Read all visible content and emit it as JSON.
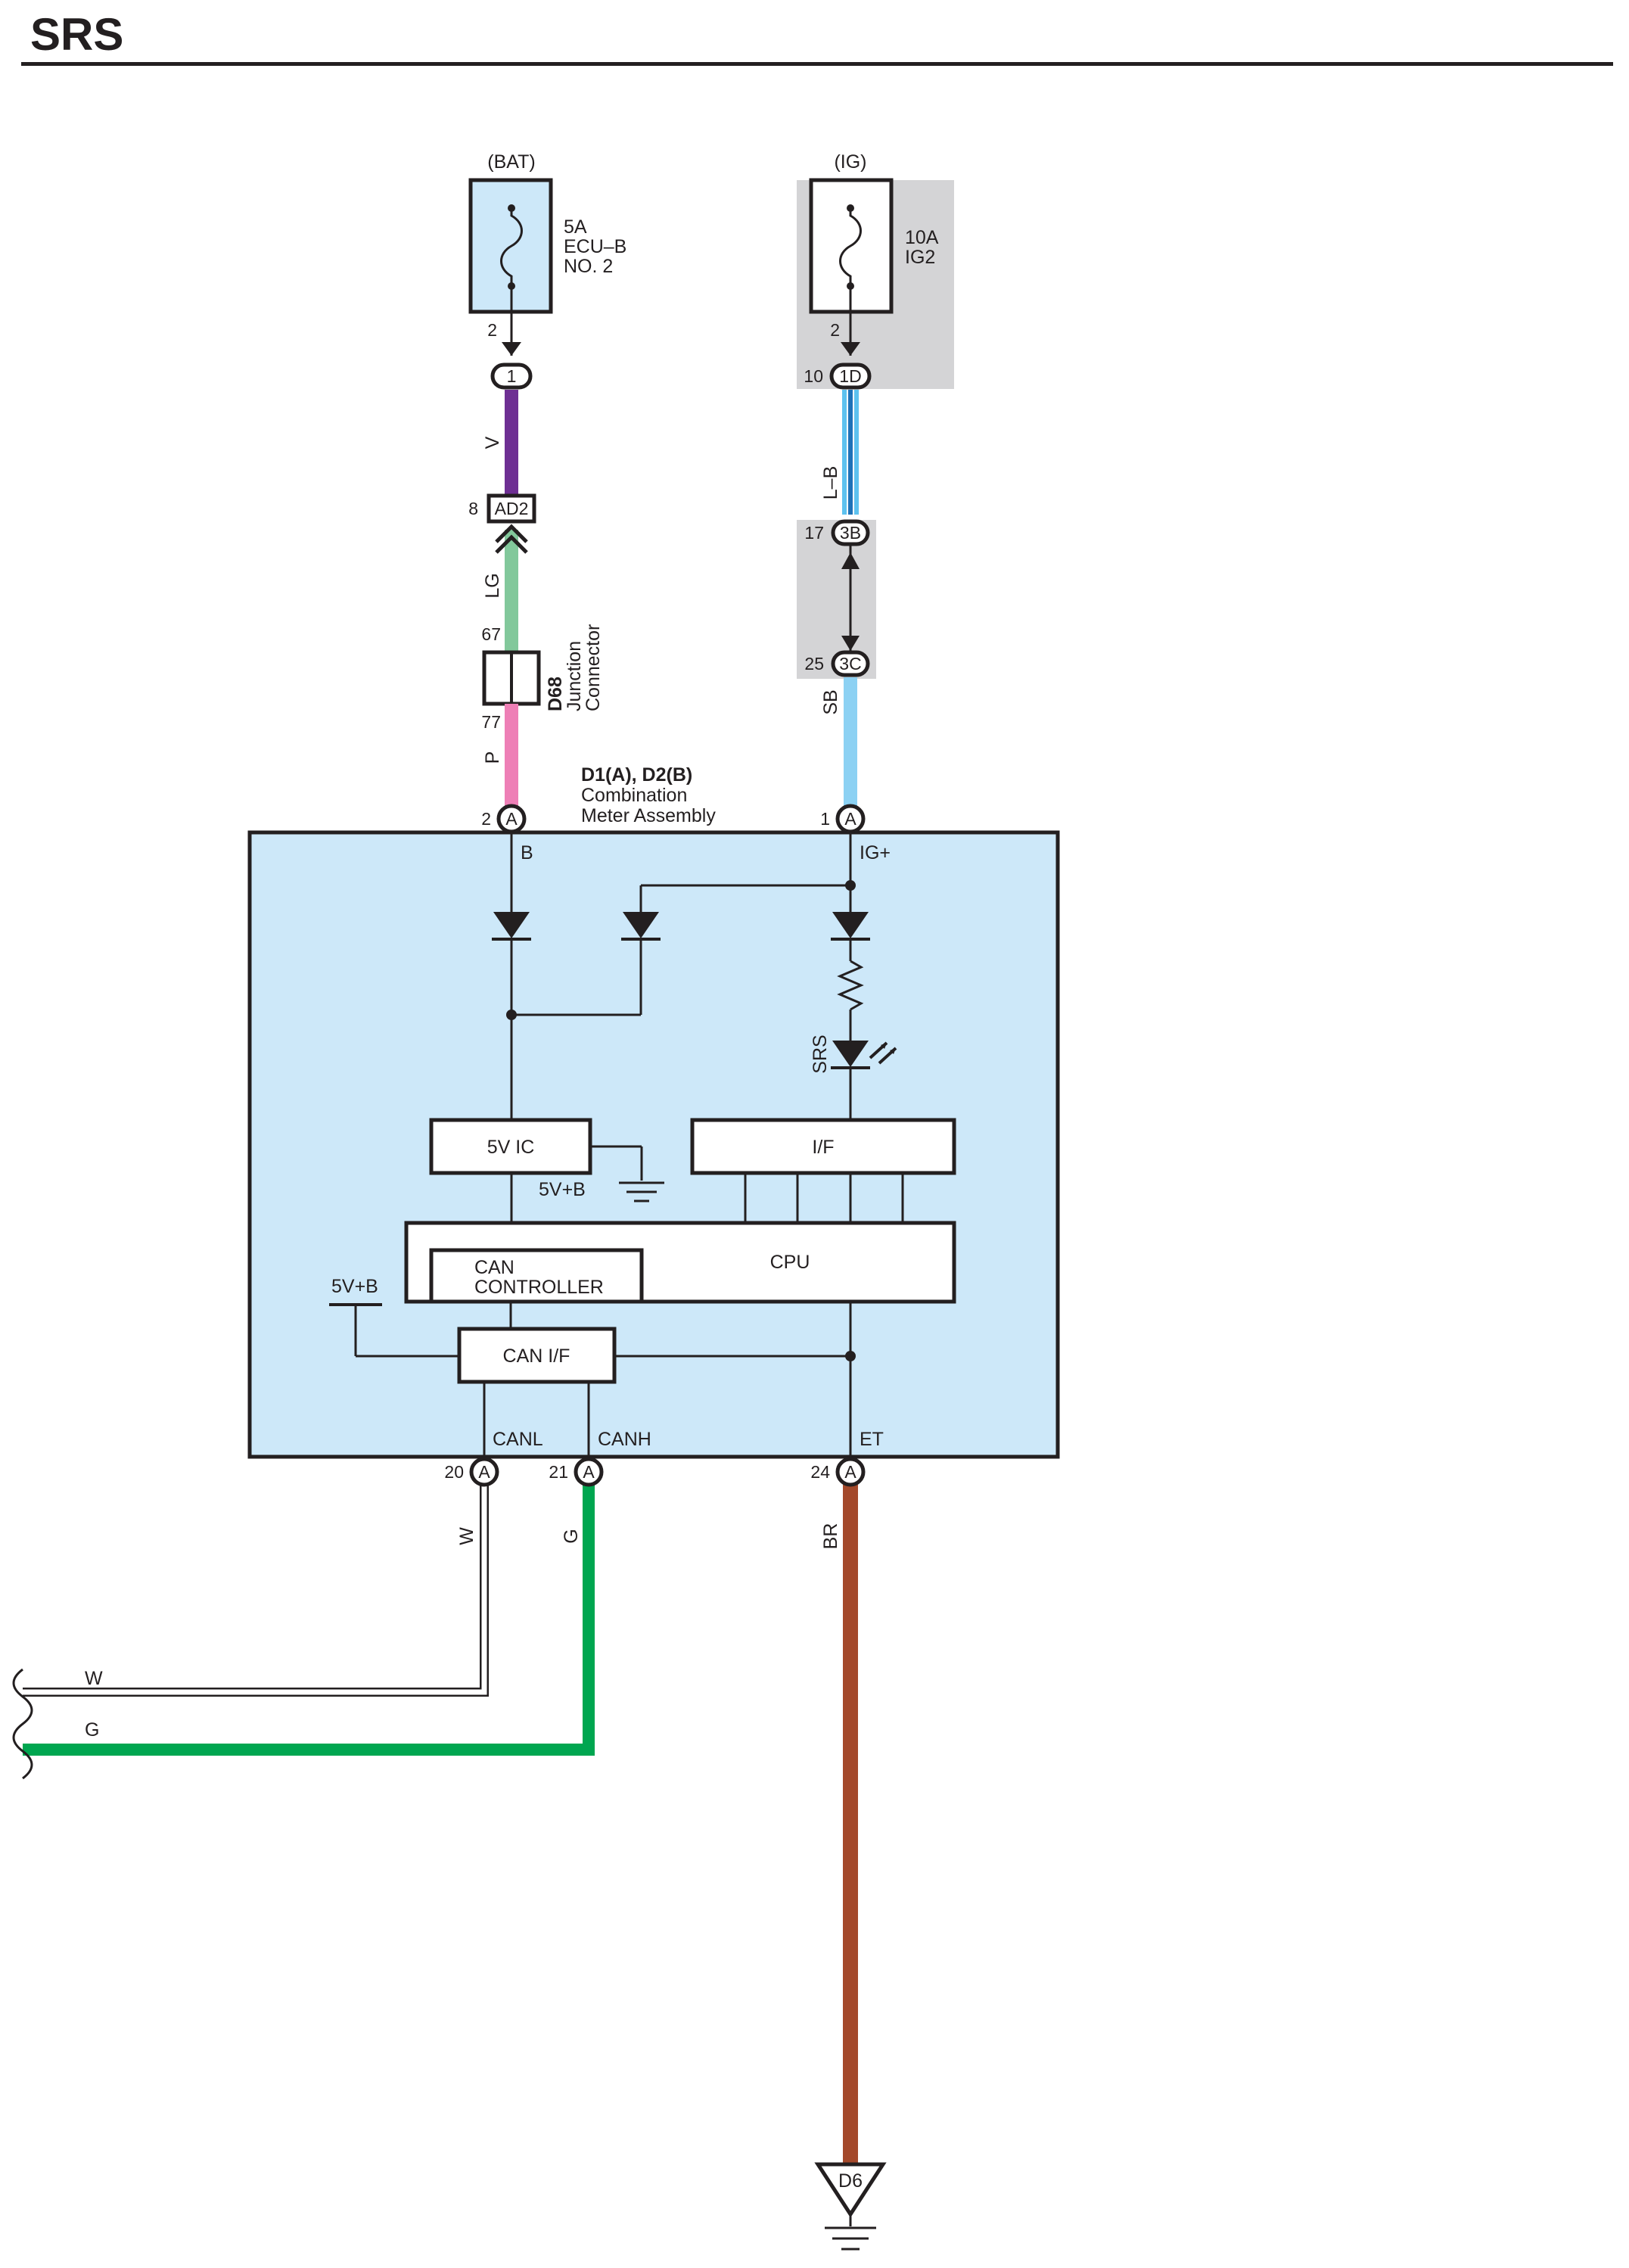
{
  "title": "SRS",
  "colors": {
    "module_fill": "#cde8f9",
    "shade": "#d4d4d6",
    "wire_V": "#6e2f93",
    "wire_LG": "#82c89b",
    "wire_P": "#ee7fb6",
    "wire_LB_light": "#5dc2ef",
    "wire_LB_dark": "#1e72b8",
    "wire_SB": "#8cd1f3",
    "wire_W": "#ffffff",
    "wire_G": "#00a650",
    "wire_BR": "#a4492b"
  },
  "sources": {
    "bat": {
      "label": "(BAT)",
      "fuse_lines": [
        "5A",
        "ECU–B",
        "NO. 2"
      ],
      "pin_top": "2",
      "connector": "1"
    },
    "ig": {
      "label": "(IG)",
      "fuse_lines": [
        "10A",
        "IG2"
      ],
      "pin_top": "2",
      "pin_left": "10",
      "connector": "1D"
    }
  },
  "wires": {
    "v": "V",
    "lg": "LG",
    "p": "P",
    "lb": "L–B",
    "sb": "SB",
    "w": "W",
    "g": "G",
    "br": "BR"
  },
  "connectors": {
    "ad2": {
      "pin": "8",
      "name": "AD2"
    },
    "d68": {
      "pin_top": "67",
      "pin_bottom": "77",
      "code": "D68",
      "desc": [
        "Junction",
        "Connector"
      ]
    },
    "c3b": {
      "pin": "17",
      "name": "3B"
    },
    "c3c": {
      "pin": "25",
      "name": "3C"
    }
  },
  "module": {
    "code": "D1(A), D2(B)",
    "name_lines": [
      "Combination",
      "Meter Assembly"
    ],
    "top_pins": [
      {
        "num": "2",
        "letter": "A",
        "signal": "B"
      },
      {
        "num": "1",
        "letter": "A",
        "signal": "IG+"
      }
    ],
    "bottom_pins": [
      {
        "num": "20",
        "letter": "A",
        "signal": "CANL"
      },
      {
        "num": "21",
        "letter": "A",
        "signal": "CANH"
      },
      {
        "num": "24",
        "letter": "A",
        "signal": "ET"
      }
    ],
    "blocks": {
      "ic5v": "5V IC",
      "iface": "I/F",
      "cpu": "CPU",
      "can_ctrl": [
        "CAN",
        "CONTROLLER"
      ],
      "can_if": "CAN I/F"
    },
    "labels": {
      "v5b_inner": "5V+B",
      "v5b_left": "5V+B",
      "srs_led": "SRS"
    }
  },
  "ground": {
    "name": "D6"
  }
}
